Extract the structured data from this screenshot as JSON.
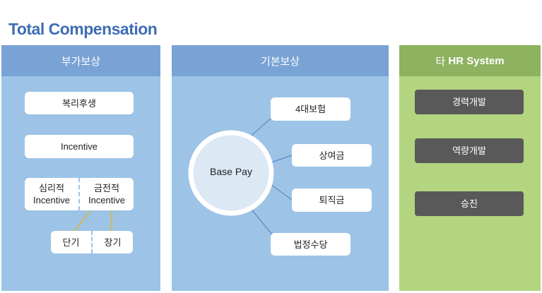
{
  "title": "Total Compensation",
  "columns": [
    {
      "header": "부가보상",
      "items": [
        "복리후생",
        "Incentive"
      ],
      "split": {
        "left": [
          "심리적",
          "Incentive"
        ],
        "right": [
          "금전적",
          "Incentive"
        ]
      },
      "sub": [
        "단기",
        "장기"
      ]
    },
    {
      "header": "기본보상",
      "center": "Base Pay",
      "items": [
        "4대보험",
        "상여금",
        "퇴직금",
        "법정수당"
      ]
    },
    {
      "header_prefix": "타",
      "header_bold": "HR System",
      "items": [
        "경력개발",
        "역량개발",
        "승진"
      ]
    }
  ],
  "colors": {
    "blue_head": "#79a3d5",
    "blue_body": "#9dc3e6",
    "green_head": "#8db260",
    "green_body": "#b3d580",
    "title": "#3f6db3"
  }
}
